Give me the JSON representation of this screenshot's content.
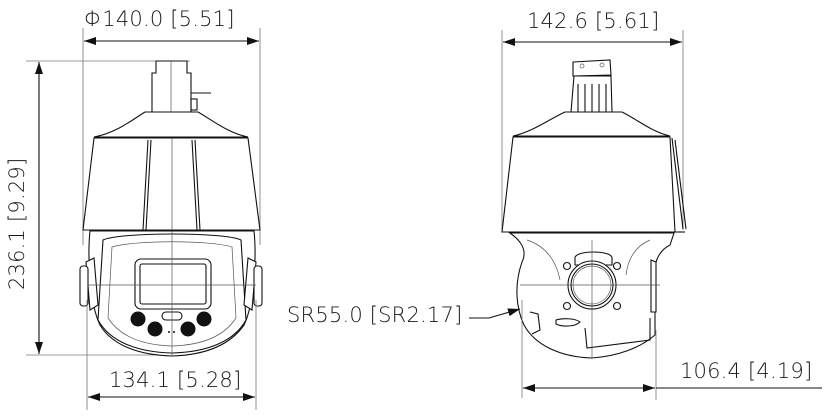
{
  "drawing": {
    "type": "dimension drawing",
    "subject": "PTZ dome camera",
    "units_primary": "mm",
    "units_secondary": "in"
  },
  "front_view": {
    "top_diameter_label": "Φ140.0 [5.51]",
    "height_label": "236.1 [9.29]",
    "bottom_width_label": "134.1 [5.28]"
  },
  "side_view": {
    "top_width_label": "142.6 [5.61]",
    "sphere_radius_label": "SR55.0 [SR2.17]",
    "depth_label": "106.4 [4.19]"
  }
}
